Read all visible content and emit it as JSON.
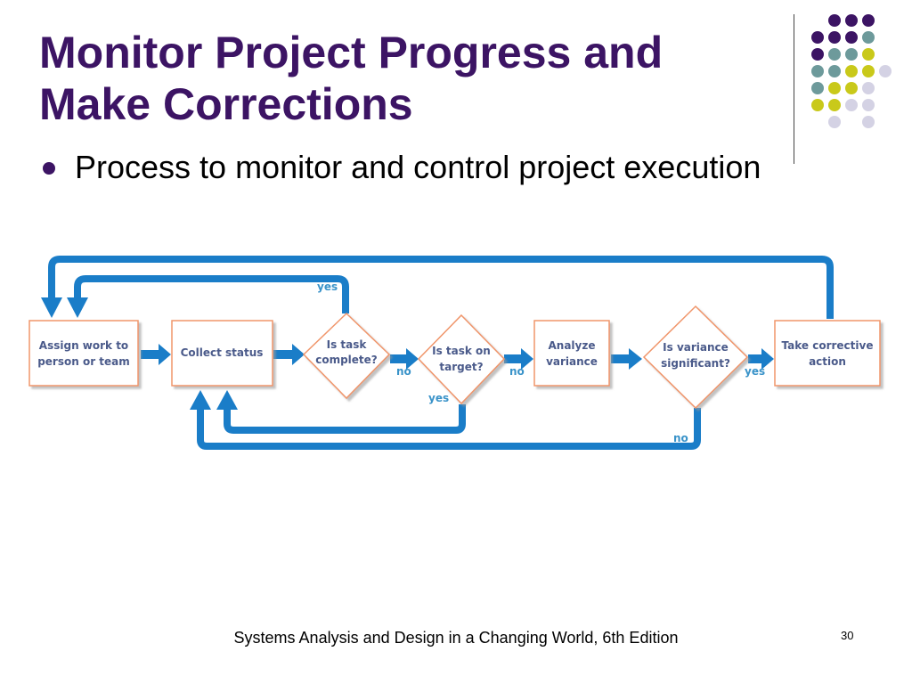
{
  "slide": {
    "title_line1": "Monitor Project Progress and",
    "title_line2": "Make Corrections",
    "bullet": "Process to monitor and control project execution",
    "footer": "Systems Analysis and Design in a Changing World, 6th Edition",
    "page_number": "30"
  },
  "colors": {
    "title": "#3c1464",
    "arrow_blue": "#1a7dc8",
    "box_orange": "#f0956a",
    "box_text": "#4a5a8a",
    "label_blue": "#3a93c9",
    "dot_purple": "#3c1464",
    "dot_teal": "#6d9a9b",
    "dot_yellow": "#c9c91a",
    "dot_lavender": "#d4d2e4"
  },
  "flowchart": {
    "assign": {
      "line1": "Assign work to",
      "line2": "person or team"
    },
    "collect": {
      "line1": "Collect status"
    },
    "task_complete": {
      "line1": "Is task",
      "line2": "complete?"
    },
    "on_target": {
      "line1": "Is task on",
      "line2": "target?"
    },
    "analyze": {
      "line1": "Analyze",
      "line2": "variance"
    },
    "significant": {
      "line1": "Is variance",
      "line2": "significant?"
    },
    "corrective": {
      "line1": "Take corrective",
      "line2": "action"
    },
    "labels": {
      "complete_yes": "yes",
      "complete_no": "no",
      "target_no": "no",
      "target_yes": "yes",
      "significant_yes": "yes",
      "significant_no": "no"
    }
  }
}
